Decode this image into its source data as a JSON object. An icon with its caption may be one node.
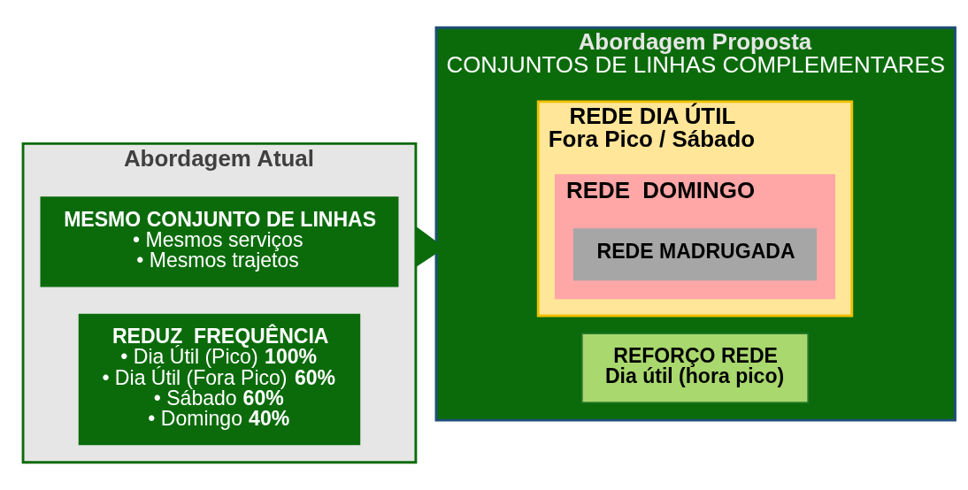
{
  "diagram": {
    "nodes": [
      {
        "text": [
          "Abordagem Atual"
        ]
      },
      {
        "text": [
          "MESMO CONJUNTO DE LINHAS",
          "• Mesmos serviços",
          "• Mesmos trajetos"
        ],
        "in": 0
      },
      {
        "text": [
          "REDUZ  FREQUÊNCIA",
          "• Dia Útil (Pico) **100%**",
          "• Dia Útil (Fora Pico) **60%**",
          "• Sábado **60%**",
          "• Domingo **40%**"
        ],
        "in": 0
      },
      {
        "text": [
          "Abordagem Proposta",
          "CONJUNTOS DE LINHAS COMPLEMENTARES"
        ]
      },
      {
        "text": [
          "REDE DIA ÚTIL",
          "Fora Pico / Sábado"
        ],
        "in": 3
      },
      {
        "text": [
          "REDE  DOMINGO"
        ],
        "in": 4
      },
      {
        "text": [
          "REDE MADRUGADA"
        ],
        "in": 5
      },
      {
        "text": [
          "REFORÇO REDE",
          "Dia útil (hora pico)"
        ],
        "in": 3
      }
    ],
    "edges": [
      {
        "from": 0,
        "to": 3,
        "arrow": "to",
        "style": "thick"
      }
    ]
  }
}
